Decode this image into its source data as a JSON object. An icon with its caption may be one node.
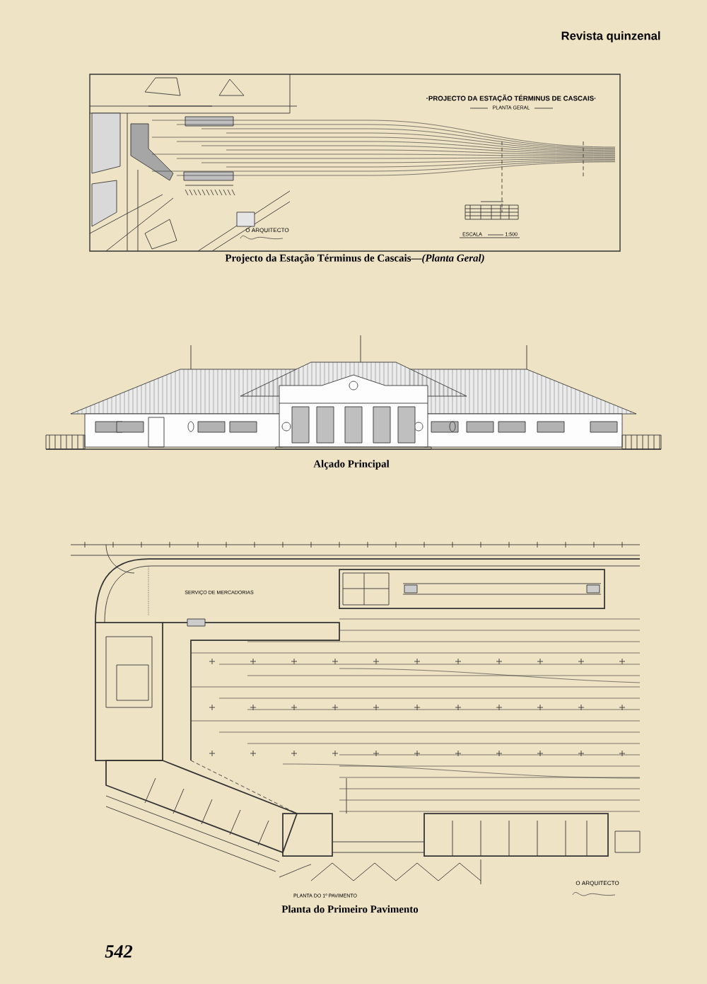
{
  "diagram": {
    "labels": [
      "Revista quinzenal",
      "·PROJECTO DA ESTAÇÃO TÉRMINUS DE CASCAIS·",
      "PLANTA GERAL",
      "ESCALA",
      "1:500",
      "O ARQUITECTO",
      "Projecto da Estação Términus de Cascais—*(Planta Geral)*",
      "Alçado Principal",
      "SERVIÇO DE MERCADORIAS",
      "PLANTA DO 1º PAVIMENTO",
      "O ARQUITECTO",
      "Planta do Primeiro Pavimento",
      "542"
    ]
  }
}
